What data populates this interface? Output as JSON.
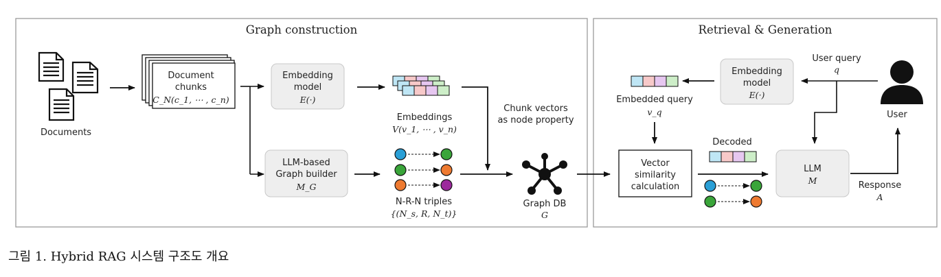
{
  "panels": {
    "construction_title": "Graph construction",
    "retrieval_title": "Retrieval & Generation"
  },
  "labels": {
    "documents": "Documents",
    "document_chunks_l1": "Document",
    "document_chunks_l2": "chunks",
    "document_chunks_math": "C_N(c_1, ⋯ , c_n)",
    "embedding_model_l1": "Embedding",
    "embedding_model_l2": "model",
    "embedding_model_math": "E(·)",
    "embeddings": "Embeddings",
    "embeddings_math": "V(v_1, ⋯ , v_n)",
    "llm_builder_l1": "LLM-based",
    "llm_builder_l2": "Graph builder",
    "llm_builder_math": "M_G",
    "triples": "N-R-N triples",
    "triples_math": "{(N_s, R, N_t)}",
    "chunk_vectors_l1": "Chunk vectors",
    "chunk_vectors_l2": "as node property",
    "graph_db": "Graph DB",
    "graph_db_math": "G",
    "embedded_query": "Embedded query",
    "embedded_query_math": "v_q",
    "embedding_model2_l1": "Embedding",
    "embedding_model2_l2": "model",
    "embedding_model2_math": "E(·)",
    "user_query": "User query",
    "user_query_math": "q",
    "user": "User",
    "vector_sim_l1": "Vector",
    "vector_sim_l2": "similarity",
    "vector_sim_l3": "calculation",
    "decoded": "Decoded",
    "llm": "LLM",
    "llm_math": "M",
    "response": "Response",
    "response_math": "A"
  },
  "caption": "그림  1. Hybrid RAG 시스템 구조도 개요",
  "colors": {
    "cell_colors": [
      "#bfe6f5",
      "#f7c9c9",
      "#e6c7f0",
      "#cdeec8"
    ],
    "node_blue": "#2a9fd6",
    "node_green": "#3aa53a",
    "node_orange": "#ee7a30",
    "node_purple": "#9c2a9c",
    "box_gray": "#eeeeee"
  }
}
